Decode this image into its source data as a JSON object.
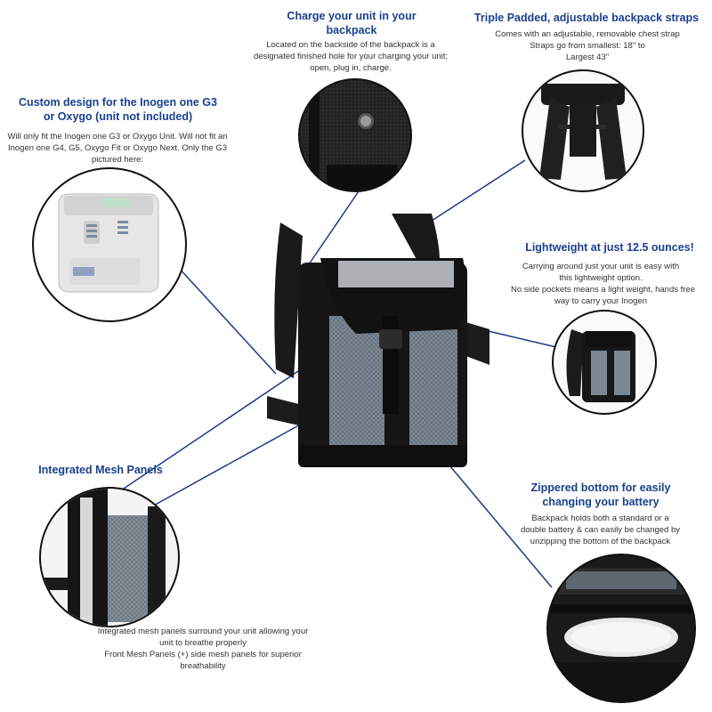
{
  "sections": {
    "charge": {
      "title": "Charge your unit in your backpack",
      "desc": "Located on the backside of the backpack is a designated finished hole for your charging your unit; open, plug in, charge."
    },
    "straps": {
      "title": "Triple Padded, adjustable backpack straps",
      "desc_lines": [
        "Comes with an adjustable, removable chest strap",
        "Straps go from smallest: 18\" to",
        "Largest 43\""
      ]
    },
    "custom": {
      "title": "Custom design for the Inogen one G3 or Oxygo (unit not included)",
      "desc": "Will only fit the Inogen one G3 or Oxygo Unit. Will not fit an Inogen one G4, G5, Oxygo Fit or Oxygo Next. Only the G3 pictured here:"
    },
    "lightweight": {
      "title": "Lightweight at just 12.5 ounces!",
      "desc_lines": [
        "Carrying around just your unit is easy with",
        "this lightweight option.",
        "No side pockets means a light weight, hands free",
        "way to carry your Inogen"
      ]
    },
    "mesh": {
      "title": "Integrated Mesh Panels",
      "desc_lines": [
        "Integrated mesh panels surround your unit allowing your",
        "unit to breathe properly",
        "Front Mesh Panels (+) side mesh panels for superior",
        "breathability"
      ]
    },
    "zipper": {
      "title_lines": [
        "Zippered bottom for easily",
        "changing your battery"
      ],
      "desc_lines": [
        "Backpack holds both a standard or a",
        "double battery & can easily be changed by",
        "unzipping the bottom of the backpack"
      ]
    }
  },
  "colors": {
    "title": "#1b3f8f",
    "line": "#1a3a8a",
    "pack": "#151515",
    "mesh": "#6f7a85"
  }
}
